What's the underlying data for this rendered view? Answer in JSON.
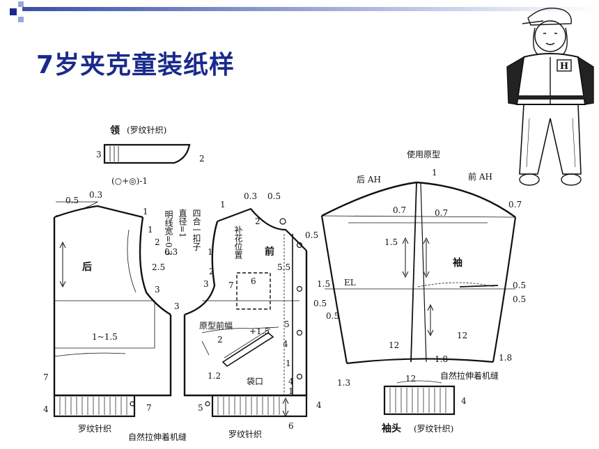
{
  "slide": {
    "title": "7岁夹克童装纸样",
    "accent_color": "#1a2a8c"
  },
  "collar": {
    "title": "领",
    "note": "(罗纹针织)",
    "formula": "(○+◎)-1",
    "dim_left": "3",
    "dim_right": "2"
  },
  "back": {
    "label": "后",
    "dims": {
      "neck_w": "0.5",
      "neck_h": "0.3",
      "shoulder_1a": "1",
      "shoulder_1b": "1",
      "shoulder_2": "2",
      "minus03": "0.3",
      "armhole_25": "2.5",
      "armhole_3": "3",
      "hip": "1~1.5",
      "side_7": "7",
      "rib_4": "4",
      "rib_7": "7"
    },
    "rib_label": "罗纹针织",
    "seam_label": "自然拉伸着机缝"
  },
  "front": {
    "label": "前",
    "dims": {
      "neck_03": "0.3",
      "neck_05": "0.5",
      "top_1": "1",
      "d2": "2",
      "d1": "1",
      "d2b": "2",
      "d3": "3",
      "d3b": "3",
      "d7": "7",
      "d6": "6",
      "d55": "5.5",
      "d1_5": "1.5",
      "d05a": "0.5",
      "d05b": "0.5",
      "d05c": "0.5",
      "d15": "+1.5",
      "d2c": "2",
      "d4": "4",
      "d5": "5",
      "d1b": "1",
      "d12": "1.2",
      "d4b": "4",
      "d1c": "1",
      "d5b": "5",
      "d6b": "6",
      "d4c": "4"
    },
    "notes": {
      "button_line": "明线宽=0.3",
      "diameter": "直径=1",
      "buttons": "四合一扣子",
      "patch": "补花位置",
      "width": "原型前幅",
      "pocket": "袋口"
    },
    "rib_label": "罗纹针织"
  },
  "sleeve": {
    "label": "袖",
    "proto": "使用原型",
    "back_ah": "后 AH",
    "front_ah": "前 AH",
    "el": "EL",
    "dims": {
      "top_1": "1",
      "d07a": "0.7",
      "d07b": "0.7",
      "d07c": "0.7",
      "d15": "1.5",
      "d05a": "0.5",
      "d05b": "0.5",
      "d12a": "12",
      "d12b": "12",
      "d18a": "1.8",
      "d18b": "1.8",
      "d13": "1.3"
    },
    "seam_label": "自然拉伸着机缝"
  },
  "cuff": {
    "title": "袖头",
    "note": "(罗纹针织)",
    "width": "12",
    "height": "4"
  },
  "illustration": {
    "icon": "child-in-jacket-illustration",
    "jacket_letter": "H"
  }
}
